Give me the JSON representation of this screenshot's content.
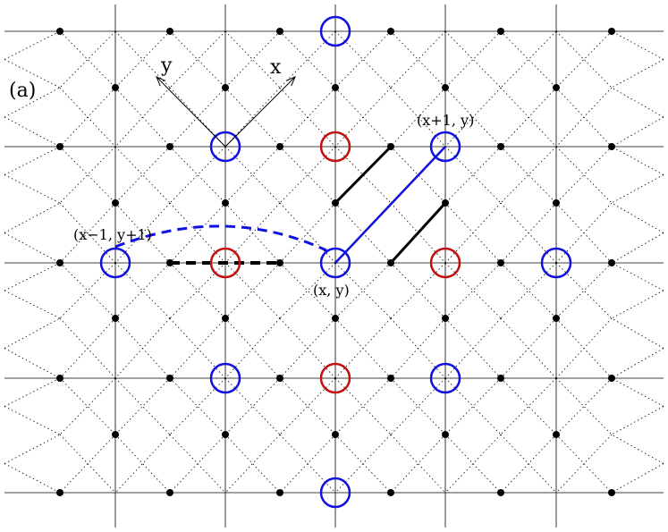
{
  "panel_label": "(a)",
  "axes": {
    "x_label": "x",
    "y_label": "y"
  },
  "site_labels": {
    "center": "(x, y)",
    "right_up": "(x+1, y)",
    "left": "(x−1, y+1)"
  },
  "colors": {
    "blue": "#1010e0",
    "red": "#c01010",
    "black": "#000000"
  }
}
